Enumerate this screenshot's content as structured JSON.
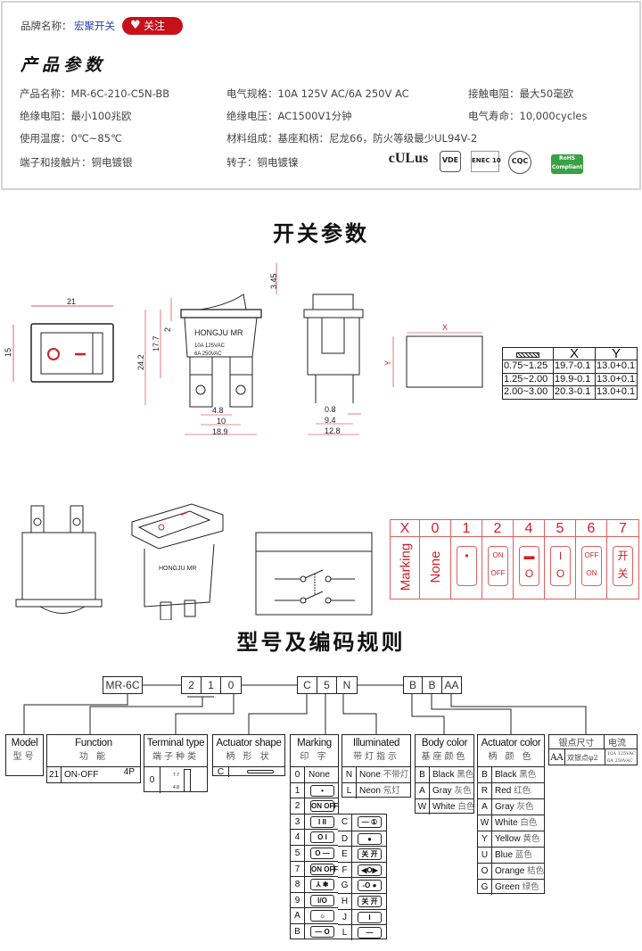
{
  "brand": {
    "label": "品牌名称：",
    "value": "宏聚开关",
    "follow_label": "关注",
    "follow_icon": "heart-icon",
    "accent": "#c8101a"
  },
  "params": {
    "title": "产品参数",
    "items": [
      {
        "label": "产品名称：",
        "value": "MR-6C-210-C5N-BB"
      },
      {
        "label": "电气规格：",
        "value": "10A  125V  AC/6A 250V  AC"
      },
      {
        "label": "接触电阻：",
        "value": "最大50毫欧"
      },
      {
        "label": "绝缘电阻：",
        "value": "最小100兆欧"
      },
      {
        "label": "绝缘电压：",
        "value": "AC1500V1分钟"
      },
      {
        "label": "电气寿命：",
        "value": "10,000cycles"
      },
      {
        "label": "使用温度：",
        "value": "0℃~85℃"
      },
      {
        "label": "材料组成：",
        "value": "基座和柄：尼龙66，防火等级最少UL94V-2"
      },
      {
        "label": "端子和接触片：",
        "value": "铜电镀银"
      },
      {
        "label": "转子：",
        "value": "铜电镀镍"
      }
    ],
    "certs": [
      "cULus",
      "VDE",
      "ENEC 10",
      "CQC",
      "RoHS Compliant"
    ]
  },
  "switch_params": {
    "title": "开关参数",
    "dims": {
      "width": "21",
      "height": "15",
      "top": "3.45",
      "overall": "24.2",
      "body": "17.7",
      "rim": "2",
      "pin_w": "4.8",
      "pin_pitch": "10",
      "body_w": "18.9",
      "pin_t": "0.8",
      "pin_span": "9.4",
      "side_w": "12.8",
      "cutout_x": "X",
      "cutout_y": "Y"
    },
    "label_line1": "HONGJU  MR",
    "label_line2": "10A  125VAC",
    "label_line3": "6A  250VAC",
    "tolerance_table": {
      "headers": [
        "",
        "X",
        "Y"
      ],
      "rows": [
        [
          "0.75~1.25",
          "19.7-0.1",
          "13.0+0.1"
        ],
        [
          "1.25~2.00",
          "19.9-0.1",
          "13.0+0.1"
        ],
        [
          "2.00~3.00",
          "20.3-0.1",
          "13.0+0.1"
        ]
      ]
    },
    "marking_table": {
      "header_key": "X",
      "row_label": "Marking",
      "codes": [
        "0",
        "1",
        "2",
        "4",
        "5",
        "6",
        "7"
      ],
      "marks": [
        [
          "None"
        ],
        [
          "•"
        ],
        [
          "ON",
          "OFF"
        ],
        [
          "▬",
          "O"
        ],
        [
          "I",
          "O"
        ],
        [
          "OFF",
          "ON"
        ],
        [
          "开",
          "关"
        ]
      ],
      "color": "#d0202a"
    }
  },
  "coding": {
    "title": "型号及编码规则",
    "code_segments": [
      "MR-6C",
      "2",
      "1",
      "0",
      "C",
      "5",
      "N",
      "B",
      "B",
      "AA"
    ],
    "model": {
      "en": "Model",
      "cn": "型号"
    },
    "function": {
      "en": "Function",
      "cn": "功 能",
      "rows": [
        {
          "k": "21",
          "v": "ON-OFF",
          "p": "4P"
        }
      ]
    },
    "terminal": {
      "en": "Terminal type",
      "cn": "端子种类",
      "rows": [
        {
          "k": "0",
          "d1": "7.7",
          "d2": "4.8"
        }
      ]
    },
    "actuator_shape": {
      "en": "Actuator shape",
      "cn": "柄 形 状",
      "rows": [
        {
          "k": "C"
        }
      ]
    },
    "marking": {
      "en": "Marking",
      "cn": "印 字",
      "col1": [
        {
          "k": "0",
          "i": "None"
        },
        {
          "k": "1",
          "i": "•"
        },
        {
          "k": "2",
          "i": "ON OFF"
        },
        {
          "k": "3",
          "i": "I II"
        },
        {
          "k": "4",
          "i": "O I"
        },
        {
          "k": "5",
          "i": "O —"
        },
        {
          "k": "7",
          "i": "ON OFF"
        },
        {
          "k": "8",
          "i": "⅄ ✱"
        },
        {
          "k": "9",
          "i": "I/O"
        },
        {
          "k": "A",
          "i": "☼"
        },
        {
          "k": "B",
          "i": "— O"
        }
      ],
      "col2": [
        {
          "k": "C",
          "i": "— ①"
        },
        {
          "k": "D",
          "i": "●"
        },
        {
          "k": "E",
          "i": "关 开"
        },
        {
          "k": "F",
          "i": "◀O▶"
        },
        {
          "k": "G",
          "i": "-O ●"
        },
        {
          "k": "H",
          "i": "关 开"
        },
        {
          "k": "J",
          "i": "I"
        },
        {
          "k": "L",
          "i": "—"
        }
      ]
    },
    "illuminated": {
      "en": "Illuminated",
      "cn": "带灯指示",
      "rows": [
        {
          "k": "N",
          "v": "None",
          "c": "不带灯"
        },
        {
          "k": "L",
          "v": "Neon",
          "c": "氖灯"
        }
      ]
    },
    "body_color": {
      "en": "Body color",
      "cn": "基座颜色",
      "rows": [
        {
          "k": "B",
          "v": "Black",
          "c": "黑色"
        },
        {
          "k": "A",
          "v": "Gray",
          "c": "灰色"
        },
        {
          "k": "W",
          "v": "White",
          "c": "白色"
        }
      ]
    },
    "actuator_color": {
      "en": "Actuator color",
      "cn": "柄 颜 色",
      "rows": [
        {
          "k": "B",
          "v": "Black",
          "c": "黑色"
        },
        {
          "k": "R",
          "v": "Red",
          "c": "红色"
        },
        {
          "k": "A",
          "v": "Gray",
          "c": "灰色"
        },
        {
          "k": "W",
          "v": "White",
          "c": "白色"
        },
        {
          "k": "Y",
          "v": "Yellow",
          "c": "黄色"
        },
        {
          "k": "U",
          "v": "Blue",
          "c": "蓝色"
        },
        {
          "k": "O",
          "v": "Orange",
          "c": "桔色"
        },
        {
          "k": "G",
          "v": "Green",
          "c": "绿色"
        }
      ]
    },
    "silver": {
      "h1": "银点尺寸",
      "h2": "电流",
      "k": "AA",
      "v": "双银点φ2",
      "c1": "10A  125VAC",
      "c2": "6A   250VAC"
    }
  }
}
